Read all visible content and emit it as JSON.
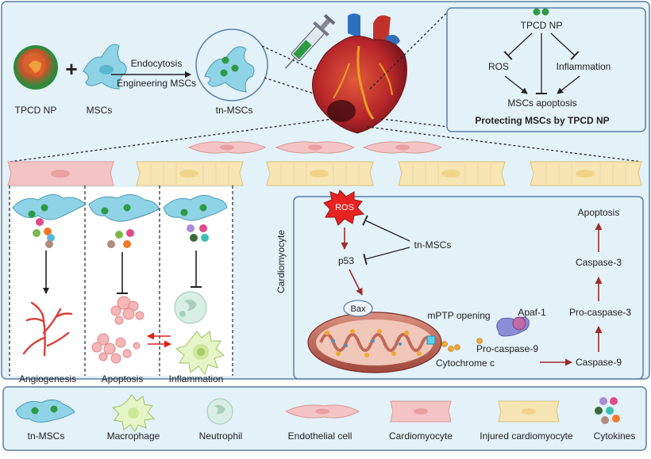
{
  "top": {
    "tpcd_np": "TPCD NP",
    "plus": "+",
    "mscs": "MSCs",
    "process_line1": "Endocytosis",
    "process_line2": "Engineering MSCs",
    "tn_mscs": "tn-MSCs"
  },
  "protect_box": {
    "np_label": "TPCD NP",
    "ros": "ROS",
    "inflammation": "Inflammation",
    "apoptosis": "MSCs apoptosis",
    "title": "Protecting MSCs by TPCD NP"
  },
  "effects": {
    "angiogenesis": "Angiogenesis",
    "apoptosis": "Apoptosis",
    "inflammation": "Inflammation"
  },
  "pathway": {
    "side_label": "Cardiomyocyte",
    "ros": "ROS",
    "tn_mscs": "tn-MSCs",
    "p53": "p53",
    "bax": "Bax",
    "mptp": "mPTP opening",
    "apaf": "Apaf-1",
    "procasp9_mid": "Pro-caspase-9",
    "cytochrome": "Cytochrome c",
    "apoptosis": "Apoptosis",
    "casp3": "Caspase-3",
    "procasp3": "Pro-caspase-3",
    "casp9": "Caspase-9"
  },
  "legend": {
    "items": [
      "tn-MSCs",
      "Macrophage",
      "Neutrophil",
      "Endothelial cell",
      "Cardiomyocyte",
      "Injured cardiomyocyte",
      "Cytokines"
    ]
  },
  "colors": {
    "background_panel": "#e3f1f8",
    "border": "#5b7fa3",
    "msc_fill": "#8fd3e6",
    "nanoparticle": "#2e9a45",
    "cardiomyocyte": "#f4c4c4",
    "injured_cardiomyocyte": "#f7e6b4",
    "pathway_arrow": "#9b2c2c",
    "ros_burst": "#e62222"
  }
}
